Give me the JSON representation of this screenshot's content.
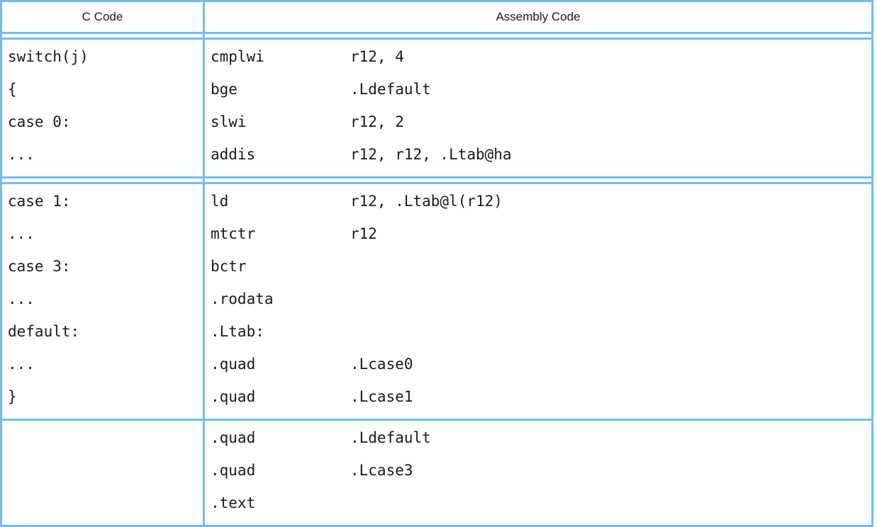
{
  "table": {
    "name": "c-code-vs-assembly-code",
    "border_color": "#6ebdf5",
    "text_color": "#1a1a1a",
    "background_color": "#ffffff",
    "headers": [
      {
        "label": "C Code"
      },
      {
        "label": "Assembly Code"
      }
    ],
    "blocks": [
      {
        "c_code": [
          "switch(j)",
          "{",
          "case 0:",
          "..."
        ],
        "assembly": [
          {
            "mnemonic": "cmplwi",
            "operand": "r12, 4"
          },
          {
            "mnemonic": "bge",
            "operand": ".Ldefault"
          },
          {
            "mnemonic": "slwi",
            "operand": "r12, 2"
          },
          {
            "mnemonic": "addis",
            "operand": "r12, r12, .Ltab@ha"
          }
        ]
      },
      {
        "c_code": [
          "case 1:",
          "...",
          "case 3:",
          "...",
          "default:",
          "...",
          "}"
        ],
        "assembly": [
          {
            "mnemonic": "ld",
            "operand": "r12, .Ltab@l(r12)"
          },
          {
            "mnemonic": "mtctr",
            "operand": "r12"
          },
          {
            "mnemonic": "bctr",
            "operand": ""
          },
          {
            "mnemonic": ".rodata",
            "operand": ""
          },
          {
            "mnemonic": ".Ltab:",
            "operand": ""
          },
          {
            "mnemonic": ".quad",
            "operand": ".Lcase0"
          },
          {
            "mnemonic": ".quad",
            "operand": ".Lcase1"
          }
        ]
      },
      {
        "c_code": [],
        "assembly": [
          {
            "mnemonic": ".quad",
            "operand": ".Ldefault"
          },
          {
            "mnemonic": ".quad",
            "operand": ".Lcase3"
          },
          {
            "mnemonic": ".text",
            "operand": ""
          }
        ]
      }
    ]
  }
}
